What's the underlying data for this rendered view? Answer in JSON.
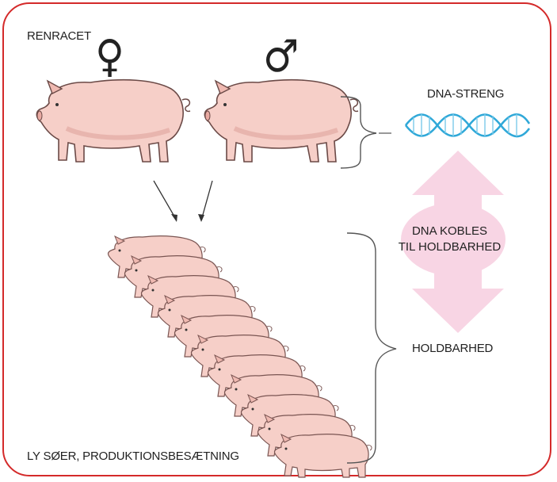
{
  "labels": {
    "purebred": "RENRACET",
    "dna_strand": "DNA-STRENG",
    "dna_link_line1": "DNA KOBLES",
    "dna_link_line2": "TIL HOLDBARHED",
    "durability": "HOLDBARHED",
    "sows": "LY SØER, PRODUKTIONSBESÆTNING"
  },
  "symbols": {
    "female": "♀",
    "male": "♂"
  },
  "colors": {
    "frame": "#d42a2a",
    "pig_body": "#f6cfc8",
    "pig_shadow": "#e3a9a2",
    "arrow_fill": "#f8d5e4",
    "dna_blue": "#2fa8d8"
  }
}
